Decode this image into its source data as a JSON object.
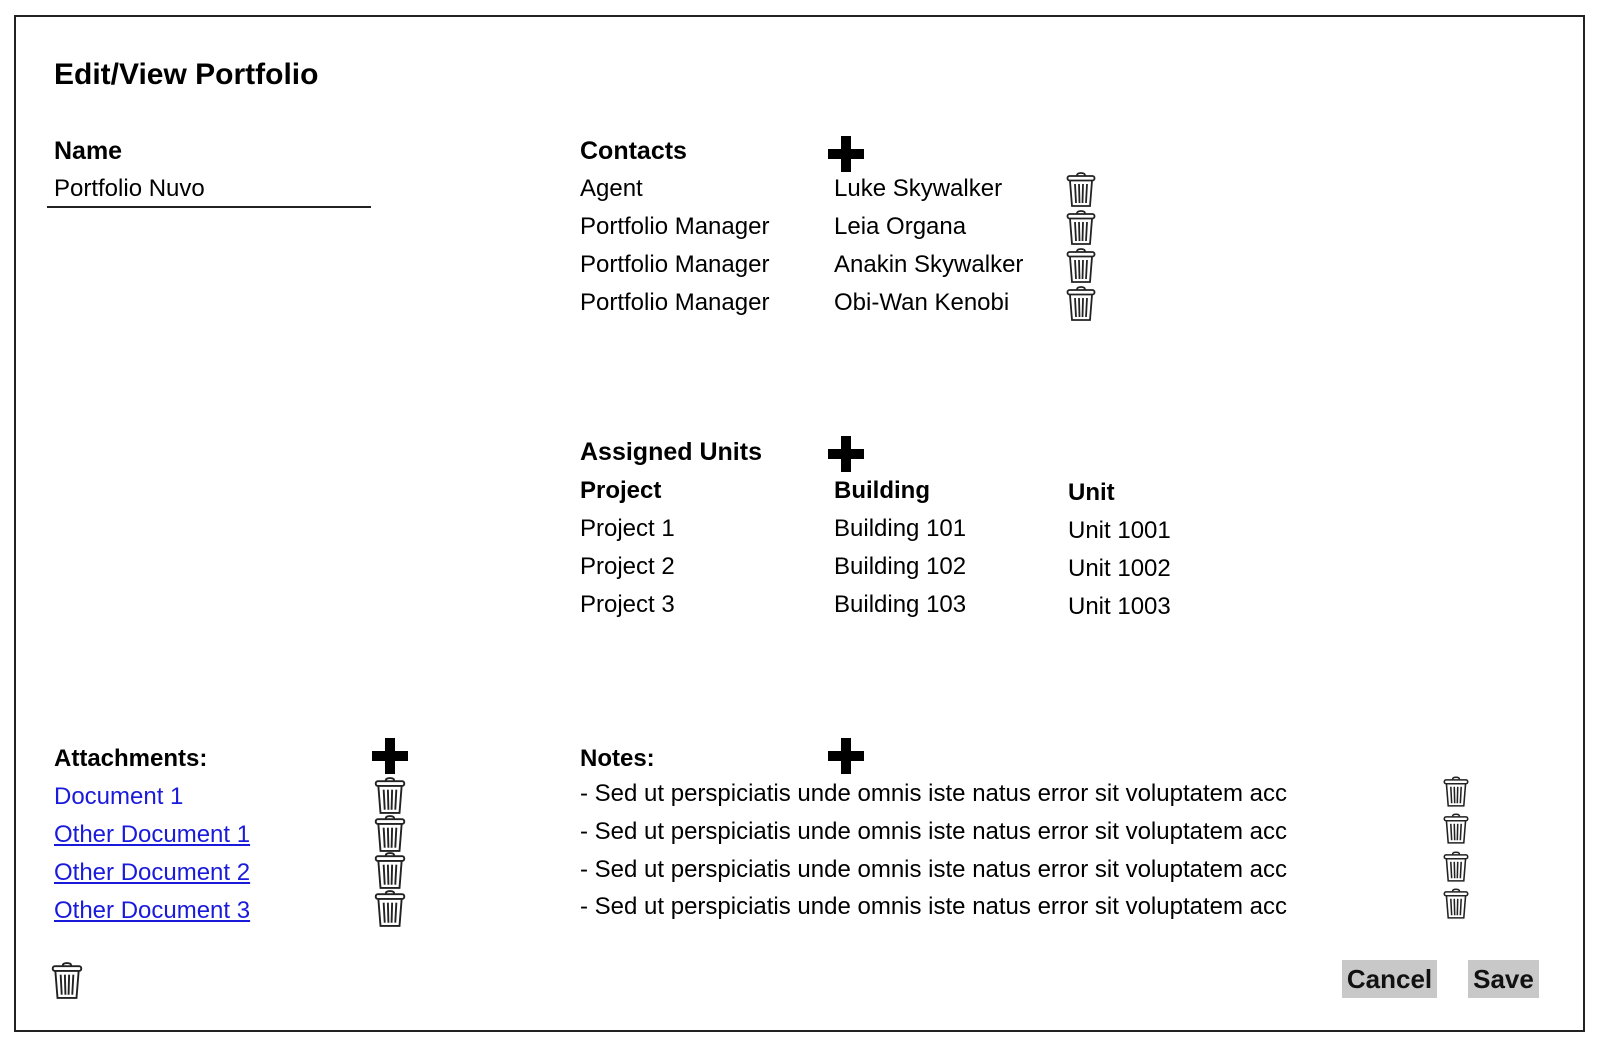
{
  "page": {
    "title": "Edit/View Portfolio"
  },
  "name": {
    "label": "Name",
    "value": "Portfolio Nuvo"
  },
  "contacts": {
    "label": "Contacts",
    "rows": [
      {
        "role": "Agent",
        "person": "Luke Skywalker"
      },
      {
        "role": "Portfolio Manager",
        "person": "Leia Organa"
      },
      {
        "role": "Portfolio Manager",
        "person": "Anakin Skywalker"
      },
      {
        "role": "Portfolio Manager",
        "person": "Obi-Wan Kenobi"
      }
    ]
  },
  "assigned_units": {
    "label": "Assigned Units",
    "columns": [
      "Project",
      "Building",
      "Unit"
    ],
    "rows": [
      [
        "Project 1",
        "Building 101",
        "Unit 1001"
      ],
      [
        "Project 2",
        "Building 102",
        "Unit 1002"
      ],
      [
        "Project 3",
        "Building 103",
        "Unit 1003"
      ]
    ]
  },
  "attachments": {
    "label": "Attachments:",
    "items": [
      "Document 1",
      "Other Document 1",
      "Other Document 2",
      "Other Document 3"
    ]
  },
  "notes": {
    "label": "Notes:",
    "items": [
      "- Sed ut perspiciatis unde omnis iste natus error sit voluptatem acc",
      "- Sed ut perspiciatis unde omnis iste natus error sit voluptatem acc",
      "- Sed ut perspiciatis unde omnis iste natus error sit voluptatem acc",
      "- Sed ut perspiciatis unde omnis iste natus error sit voluptatem acc"
    ]
  },
  "actions": {
    "cancel": "Cancel",
    "save": "Save"
  },
  "icons": {
    "add": "plus-icon",
    "delete": "trash-icon"
  }
}
